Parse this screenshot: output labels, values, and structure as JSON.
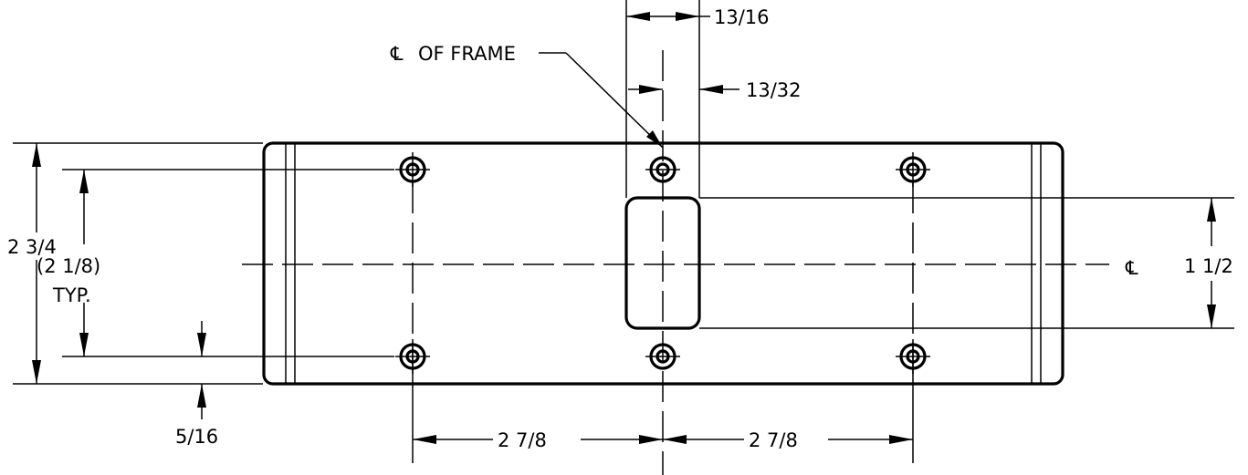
{
  "labels": {
    "dim_13_16": "13/16",
    "dim_13_32": "13/32",
    "centerline_frame": "OF FRAME",
    "centerline_symbol": "℄",
    "dim_2_3_4": "2 3/4",
    "dim_2_1_8": "(2 1/8)",
    "typ": "TYP.",
    "dim_1_1_2": "1 1/2",
    "dim_5_16": "5/16",
    "dim_2_7_8_left": "2 7/8",
    "dim_2_7_8_right": "2 7/8"
  }
}
